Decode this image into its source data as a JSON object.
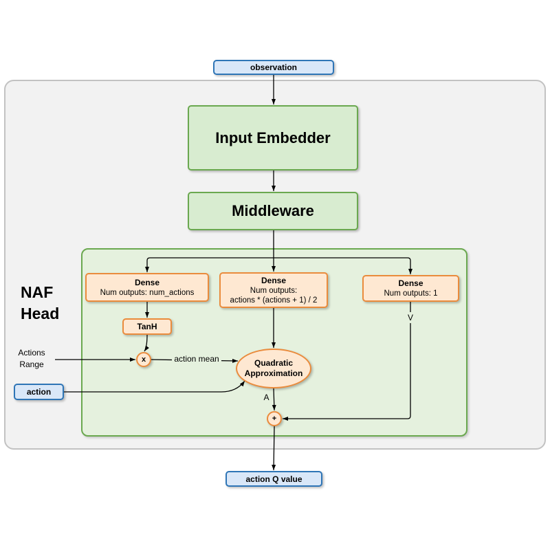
{
  "colors": {
    "frame-fill": "#f2f2f2",
    "frame-border": "#c2c2c2",
    "blue-fill": "#d9e7f8",
    "blue-border": "#2e75b6",
    "green-fill": "#d8ecd0",
    "green-border": "#6aa84f",
    "naf-fill": "#e5f1de",
    "orange-fill": "#fee8d2",
    "orange-border": "#ea8b3c",
    "arrow": "#000000"
  },
  "nodes": {
    "observation": {
      "label": "observation"
    },
    "input_embedder": {
      "label": "Input Embedder"
    },
    "middleware": {
      "label": "Middleware"
    },
    "naf_head": {
      "line1": "NAF",
      "line2": "Head"
    },
    "dense_actions": {
      "title": "Dense",
      "subtitle": "Num outputs: num_actions"
    },
    "dense_quadratic": {
      "title": "Dense",
      "subtitle_line1": "Num outputs:",
      "subtitle_line2": "actions * (actions + 1) / 2"
    },
    "dense_value": {
      "title": "Dense",
      "subtitle": "Num outputs: 1"
    },
    "tanh": {
      "label": "TanH"
    },
    "actions_range": {
      "line1": "Actions",
      "line2": "Range"
    },
    "action": {
      "label": "action"
    },
    "multiply": {
      "label": "x"
    },
    "quadratic_approximation": {
      "line1": "Quadratic",
      "line2": "Approximation"
    },
    "sum": {
      "label": "+"
    },
    "action_q_value": {
      "label": "action Q value"
    }
  },
  "edge_labels": {
    "action_mean": "action mean",
    "advantage": "A",
    "state_value": "V"
  }
}
